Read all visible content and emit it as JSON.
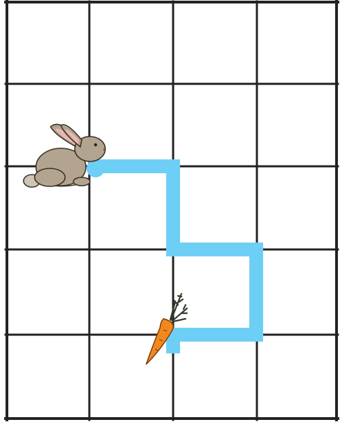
{
  "grid": {
    "columns": 4,
    "rows": 5,
    "line_color": "#222222"
  },
  "path": {
    "color": "#6ecff6",
    "moves": [
      "right",
      "down",
      "right",
      "down",
      "left"
    ]
  },
  "start": {
    "icon": "rabbit-icon",
    "cell": [
      1,
      2
    ],
    "fur_color": "#b3a48f"
  },
  "goal": {
    "icon": "carrot-icon",
    "cell": [
      2,
      4
    ],
    "color": "#f2881e",
    "leaf_color": "#2f3d2a"
  }
}
